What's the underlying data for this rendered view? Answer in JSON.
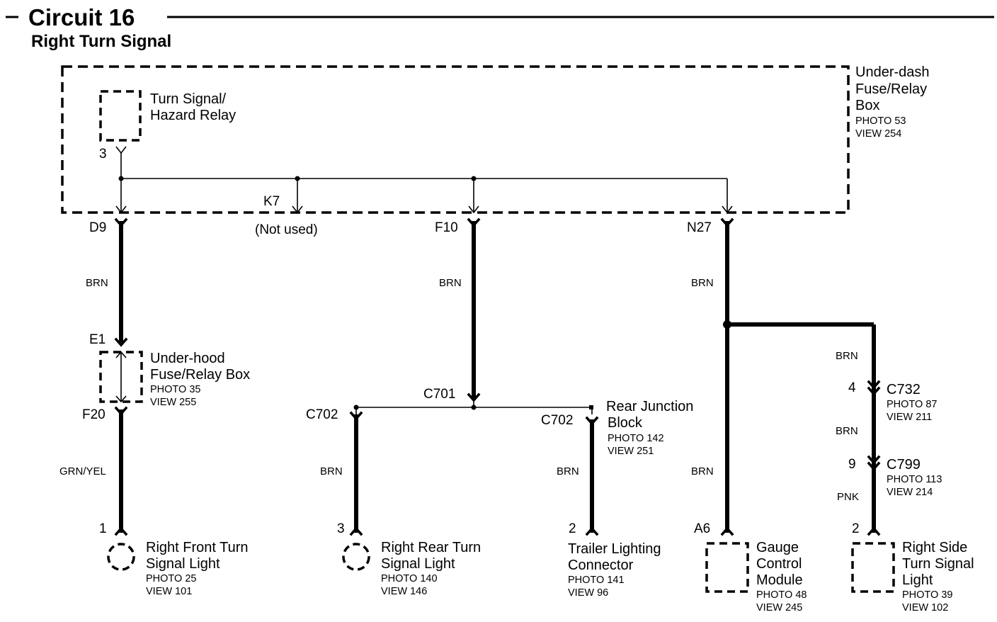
{
  "header": {
    "title": "Circuit 16",
    "subtitle": "Right Turn Signal"
  },
  "underdash_box": {
    "label_lines": [
      "Under-dash",
      "Fuse/Relay",
      "Box"
    ],
    "photo": "PHOTO 53",
    "view": "VIEW 254"
  },
  "relay": {
    "label_lines": [
      "Turn Signal/",
      "Hazard Relay"
    ],
    "pin": "3"
  },
  "outputs": {
    "d9": "D9",
    "k7": "K7",
    "k7_note": "(Not used)",
    "f10": "F10",
    "n27": "N27"
  },
  "wires": {
    "d9_color": "BRN",
    "f10_color": "BRN",
    "n27_color": "BRN",
    "to_c732_color": "BRN",
    "c732_c799_color": "BRN",
    "c799_light_color": "PNK",
    "f20_color": "GRN/YEL",
    "c702_left_color": "BRN",
    "c702_right_color": "BRN",
    "a6_color": "BRN"
  },
  "underhood_box": {
    "pin_in": "E1",
    "pin_out": "F20",
    "label_lines": [
      "Under-hood",
      "Fuse/Relay Box"
    ],
    "photo": "PHOTO 35",
    "view": "VIEW 255"
  },
  "rear_junction": {
    "c701": "C701",
    "c702_left": "C702",
    "c702_right": "C702",
    "label_lines": [
      "Rear Junction",
      "Block"
    ],
    "photo": "PHOTO 142",
    "view": "VIEW 251"
  },
  "c732": {
    "pin": "4",
    "label": "C732",
    "photo": "PHOTO 87",
    "view": "VIEW 211"
  },
  "c799": {
    "pin": "9",
    "label": "C799",
    "photo": "PHOTO 113",
    "view": "VIEW 214"
  },
  "components": {
    "front_light": {
      "pin": "1",
      "label_lines": [
        "Right Front Turn",
        "Signal Light"
      ],
      "photo": "PHOTO 25",
      "view": "VIEW 101"
    },
    "rear_light": {
      "pin": "3",
      "label_lines": [
        "Right Rear Turn",
        "Signal Light"
      ],
      "photo": "PHOTO 140",
      "view": "VIEW 146"
    },
    "trailer": {
      "pin": "2",
      "label_lines": [
        "Trailer Lighting",
        "Connector"
      ],
      "photo": "PHOTO 141",
      "view": "VIEW 96"
    },
    "gauge": {
      "pin": "A6",
      "label_lines": [
        "Gauge",
        "Control",
        "Module"
      ],
      "photo": "PHOTO 48",
      "view": "VIEW 245"
    },
    "side_light": {
      "pin": "2",
      "label_lines": [
        "Right Side",
        "Turn Signal",
        "Light"
      ],
      "photo": "PHOTO 39",
      "view": "VIEW 102"
    }
  }
}
